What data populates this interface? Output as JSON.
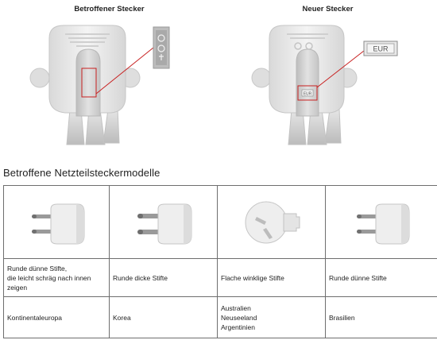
{
  "photos": {
    "left": {
      "title": "Betroffener Stecker"
    },
    "right": {
      "title": "Neuer Stecker",
      "marking": "EUR",
      "marking_small": "EUR"
    }
  },
  "section_title": "Betroffene Netzteilsteckermodelle",
  "table": {
    "descriptions": [
      [
        "Runde dünne Stifte,",
        "die leicht schräg nach innen",
        "zeigen"
      ],
      [
        "Runde dicke Stifte"
      ],
      [
        "Flache winklige Stifte"
      ],
      [
        "Runde dünne Stifte"
      ]
    ],
    "regions": [
      [
        "Kontinentaleuropa"
      ],
      [
        "Korea"
      ],
      [
        "Australien",
        "Neuseeland",
        "Argentinien"
      ],
      [
        "Brasilien"
      ]
    ]
  },
  "colors": {
    "callout": "#c82020",
    "border": "#6e6e6e"
  }
}
